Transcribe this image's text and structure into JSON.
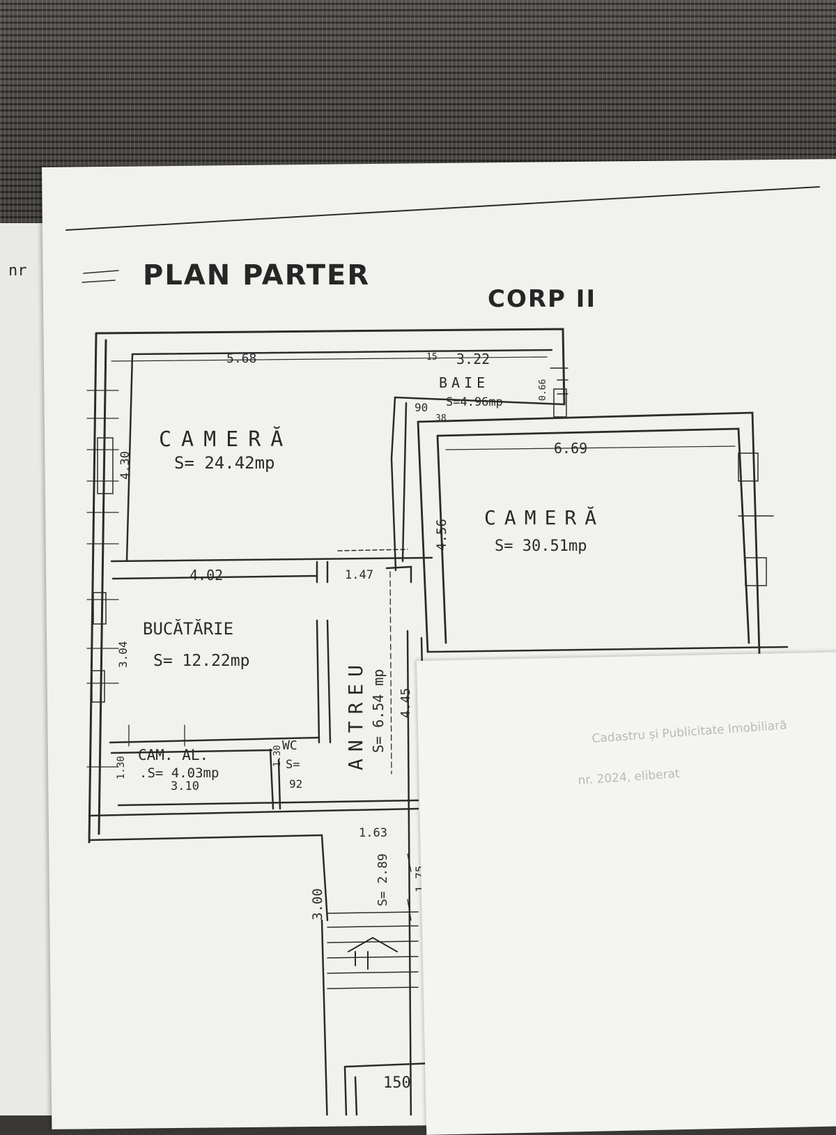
{
  "plan": {
    "title": "PLAN PARTER",
    "subtitle": "CORP II",
    "margin_mark": "nr",
    "rooms": [
      {
        "name": "CAMERĂ",
        "area": "S= 24.42mp"
      },
      {
        "name": "CAMERĂ",
        "area": "S= 30.51mp"
      },
      {
        "name": "BAIE",
        "area": "S=4.96mp"
      },
      {
        "name": "BUCĂTĂRIE",
        "area": "S= 12.22mp"
      },
      {
        "name": "CAM. AL.",
        "area": ".S= 4.03mp"
      },
      {
        "name": "WC",
        "area": "S="
      },
      {
        "name": "ANTREU",
        "area": "S= 6.54 mp"
      },
      {
        "name": "",
        "area": "S= 2.89"
      }
    ],
    "dimensions": {
      "d568": "5.68",
      "d15": "15",
      "d322": "3.22",
      "d066": "0.66",
      "d90": "90",
      "d38": "38",
      "d669": "6.69",
      "d430": "4.30",
      "d456": "4.56",
      "d402": "4.02",
      "d147": "1.47",
      "d304": "3.04",
      "d445": "4.45",
      "d130a": "1.30",
      "d130b": "1.30",
      "d92": "92",
      "d310": "3.10",
      "d163": "1.63",
      "d175": "1.75",
      "d300": "3.00",
      "d150": "150"
    },
    "overlay_text": [
      "Cadastru și Publicitate Imobiliară",
      "nr. 2024, eliberat"
    ]
  }
}
